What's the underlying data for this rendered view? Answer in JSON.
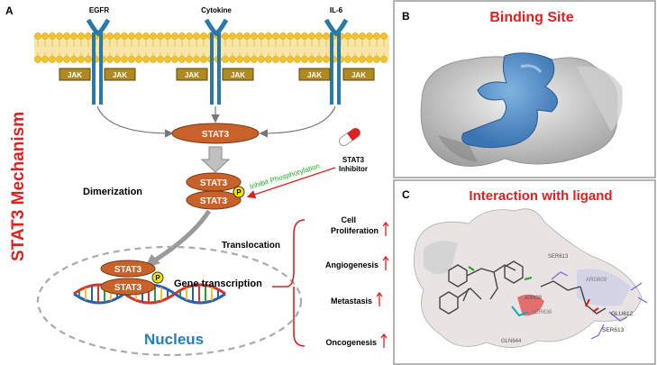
{
  "panel_a": {
    "letter": "A",
    "side_title": "STAT3 Mechanism",
    "receptors": [
      "EGFR",
      "Cytokine",
      "IL-6"
    ],
    "jak_label": "JAK",
    "stat3_label": "STAT3",
    "dimerization": "Dimerization",
    "phospho_label": "P",
    "inhibit_label": "Inhibit Phosphorylation",
    "inhibitor_line1": "STAT3",
    "inhibitor_line2": "Inhibitor",
    "translocation": "Translocation",
    "gene_transcription": "Gene transcription",
    "nucleus": "Nucleus",
    "outcomes": [
      {
        "line1": "Cell",
        "line2": "Proliferation"
      },
      {
        "line1": "Angiogenesis",
        "line2": ""
      },
      {
        "line1": "Metastasis",
        "line2": ""
      },
      {
        "line1": "Oncogenesis",
        "line2": ""
      }
    ],
    "colors": {
      "stat3": "#c8612a",
      "jak": "#b08a1e",
      "title_red": "#e02020",
      "nucleus_blue": "#1f7fc4",
      "inhibit_green": "#22aa22"
    }
  },
  "panel_b": {
    "letter": "B",
    "title": "Binding Site"
  },
  "panel_c": {
    "letter": "C",
    "title": "Interaction with ligand",
    "residues": [
      "SER613",
      "ASN38",
      "GLN644",
      "GLU612",
      "SER613",
      "ARG609",
      "SER636"
    ]
  }
}
